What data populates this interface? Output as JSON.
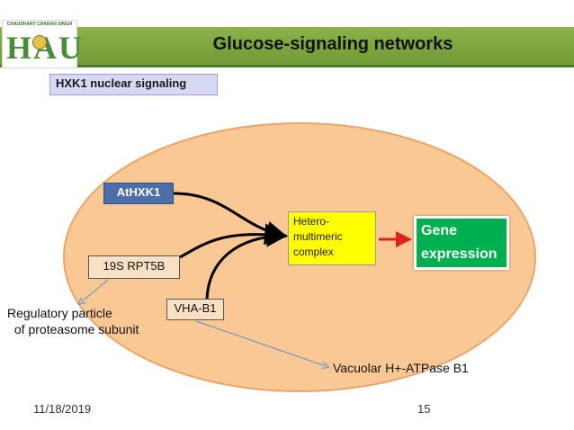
{
  "slide": {
    "title": "Glucose-signaling networks",
    "subtitle": "HXK1 nuclear signaling"
  },
  "logo": {
    "caption": "CHAUDHARY CHARAN SINGH",
    "letters": "HAU"
  },
  "diagram": {
    "nodes": {
      "athxk1": "AtHXK1",
      "rpt5b": "19S  RPT5B",
      "vha_b1": "VHA-B1",
      "complex_lines": [
        "Hetero-",
        "multimeric",
        "complex"
      ],
      "gene_lines": [
        "Gene",
        "expression"
      ]
    },
    "annotations": {
      "rpt5b_note_lines": [
        "Regulatory particle",
        " of proteasome subunit"
      ],
      "vha_note": "Vacuolar H+-ATPase B1"
    },
    "colors": {
      "cell": "#fac894",
      "athxk1_box": "#4d6fa9",
      "complex_box": "#ffff00",
      "gene_box": "#00b050",
      "arrow_red": "#e02020",
      "connector_blue": "#5b8fd6",
      "header_bar": "#7ca83e"
    }
  },
  "footer": {
    "date": "11/18/2019",
    "page_number": "15"
  }
}
